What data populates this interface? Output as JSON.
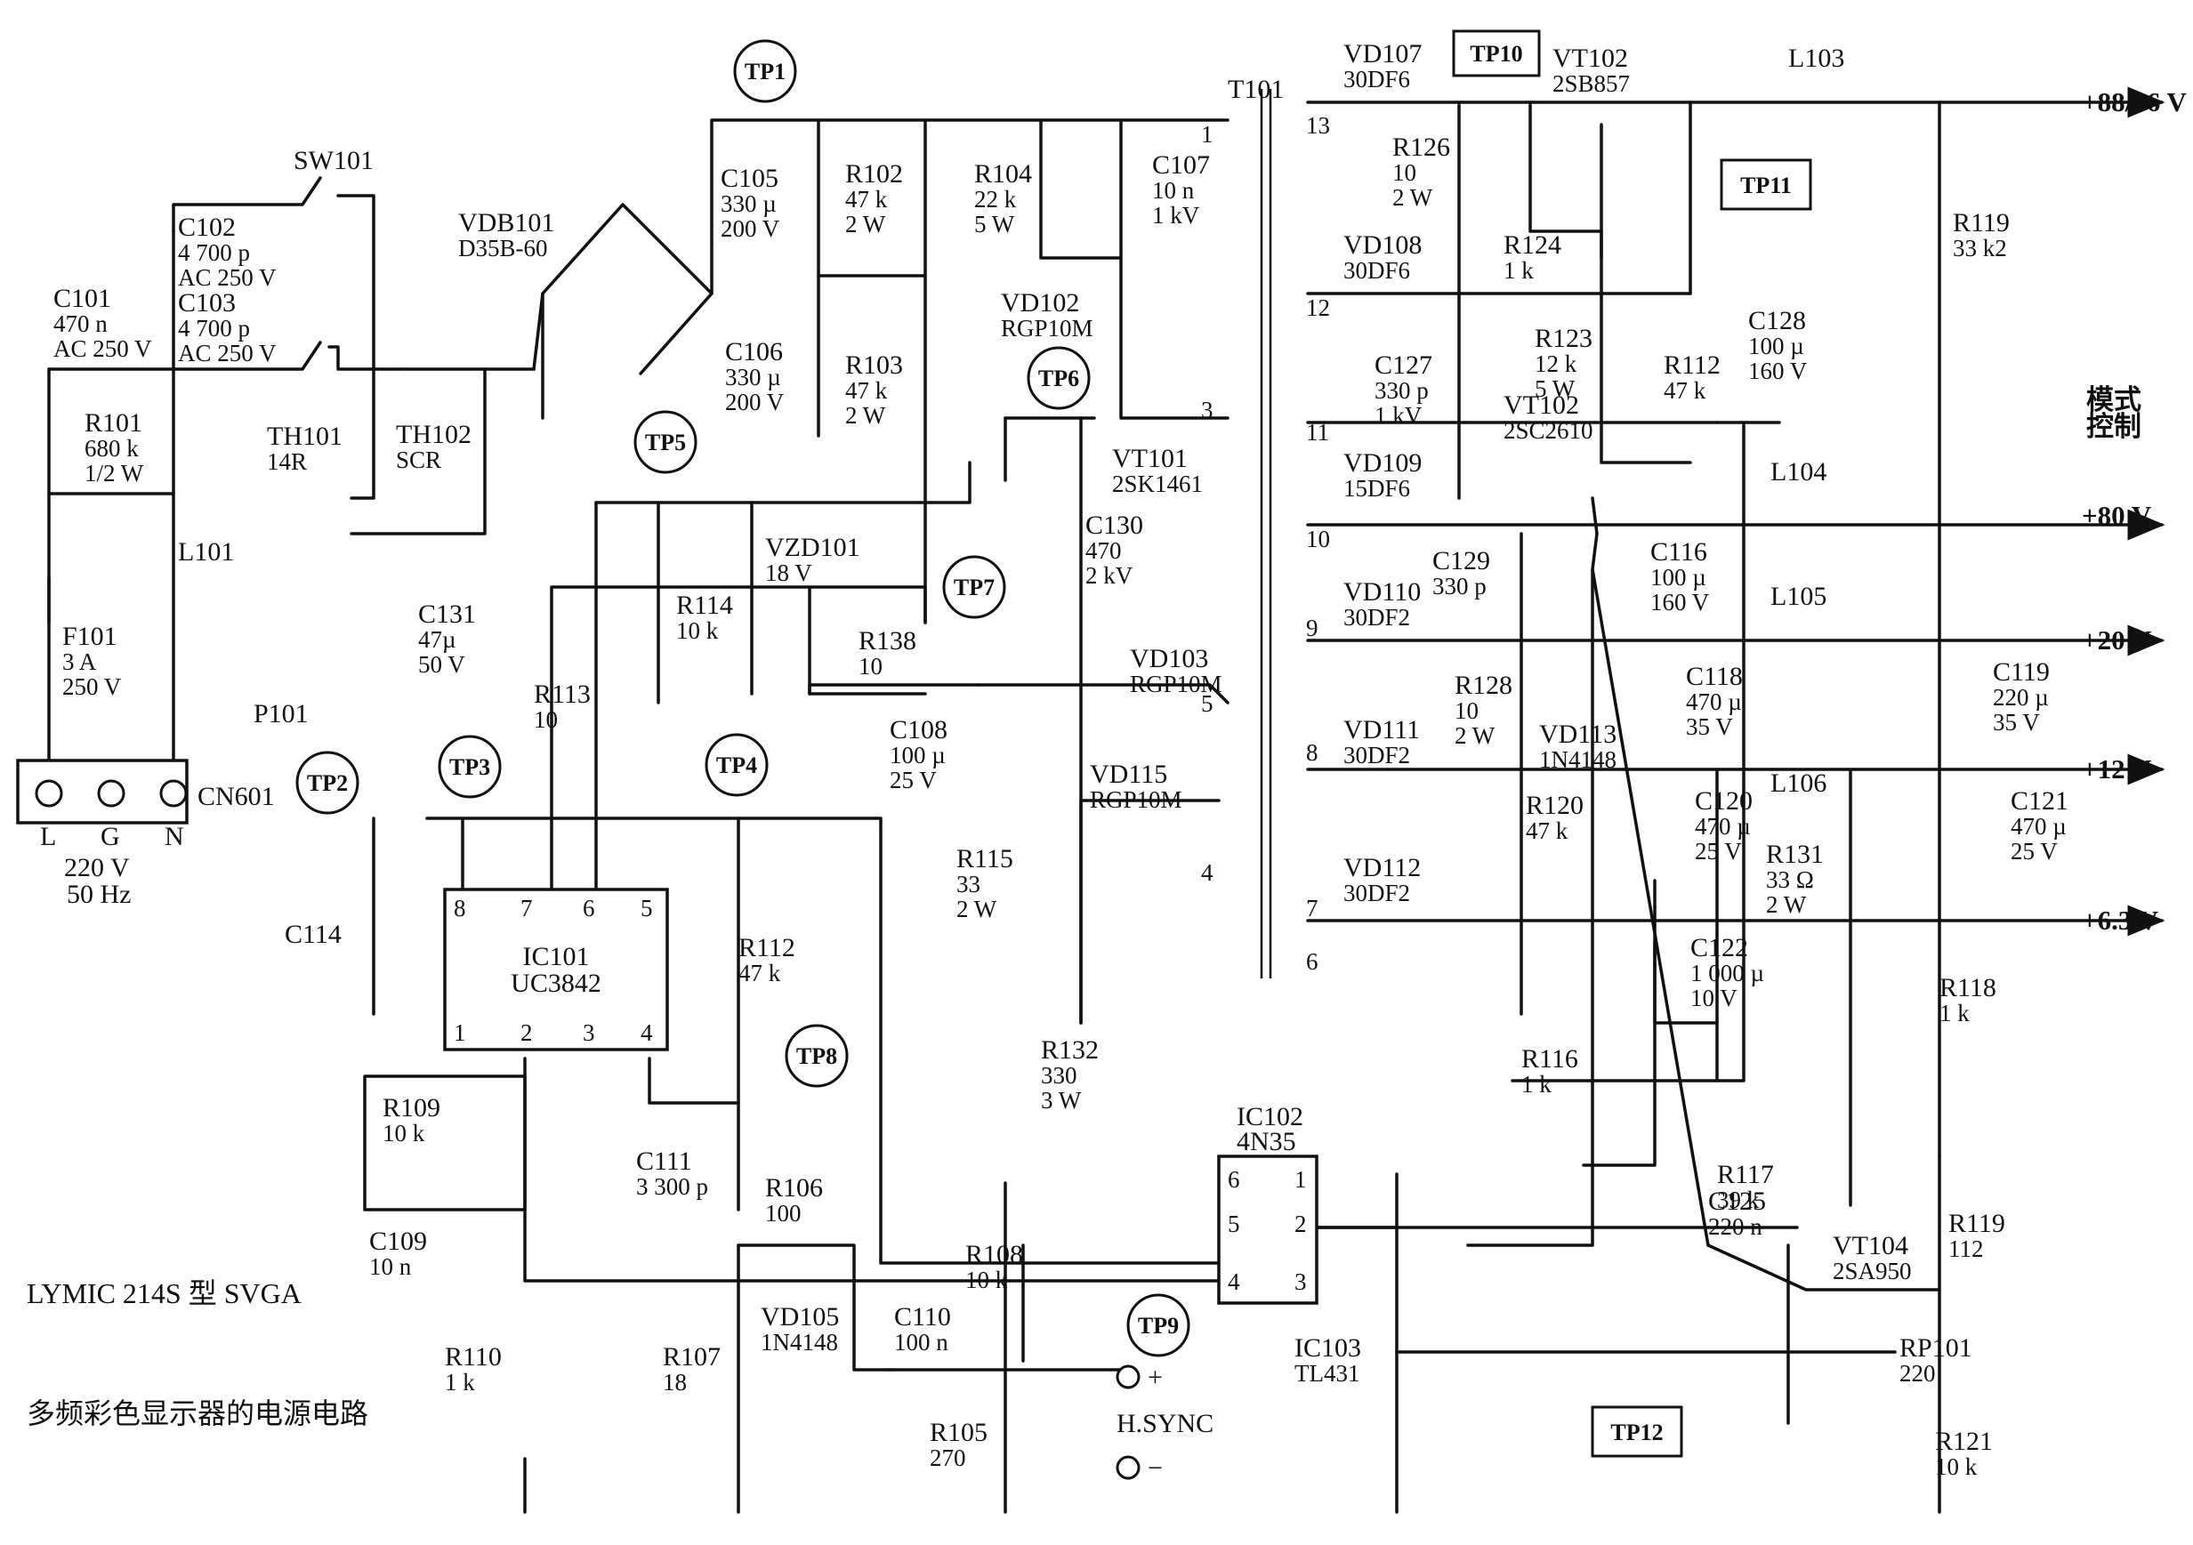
{
  "caption": {
    "model": "LYMIC 214S 型 SVGA",
    "subtitle": "多频彩色显示器的电源电路"
  },
  "outputs": [
    "+88/96 V",
    "模式",
    "控制",
    "+80 V",
    "+20 V",
    "+12 V",
    "+6.3 V"
  ],
  "inputs": {
    "connector": "CN601",
    "pins": [
      "L",
      "G",
      "N"
    ],
    "mains": [
      "220 V",
      "50 Hz"
    ],
    "hsync": "H.SYNC",
    "plus": "+",
    "minus": "−"
  },
  "test_points": [
    "TP1",
    "TP2",
    "TP3",
    "TP4",
    "TP5",
    "TP6",
    "TP7",
    "TP8",
    "TP9",
    "TP10",
    "TP11",
    "TP12"
  ],
  "transformer": {
    "name": "T101",
    "pins": [
      "1",
      "3",
      "4",
      "5",
      "6",
      "7",
      "8",
      "9",
      "10",
      "11",
      "12",
      "13"
    ]
  },
  "ic101": {
    "name": "IC101",
    "part": "UC3842",
    "pins": [
      "8",
      "7",
      "6",
      "5",
      "1",
      "2",
      "3",
      "4"
    ]
  },
  "ic102": {
    "name": "IC102",
    "part": "4N35",
    "pins": [
      "6",
      "1",
      "5",
      "2",
      "4",
      "3"
    ]
  },
  "components": [
    [
      "SW101"
    ],
    [
      "C102",
      "4 700 p",
      "AC 250 V"
    ],
    [
      "C101",
      "470 n",
      "AC 250 V"
    ],
    [
      "C103",
      "4 700 p",
      "AC 250 V"
    ],
    [
      "VDB101",
      "D35B-60"
    ],
    [
      "R101",
      "680 k",
      "1/2 W"
    ],
    [
      "L101"
    ],
    [
      "TH101",
      "14R"
    ],
    [
      "P101"
    ],
    [
      "F101",
      "3 A",
      "250 V"
    ],
    [
      "TH102",
      "SCR"
    ],
    [
      "C105",
      "330 µ",
      "200 V"
    ],
    [
      "R102",
      "47 k",
      "2 W"
    ],
    [
      "C106",
      "330 µ",
      "200 V"
    ],
    [
      "R103",
      "47 k",
      "2 W"
    ],
    [
      "R104",
      "22 k",
      "5 W"
    ],
    [
      "C107",
      "10 n",
      "1 kV"
    ],
    [
      "VD102",
      "RGP10M"
    ],
    [
      "VT101",
      "2SK1461"
    ],
    [
      "C130",
      "470",
      "2 kV"
    ],
    [
      "VZD101",
      "18 V"
    ],
    [
      "C131",
      "47µ",
      "50 V"
    ],
    [
      "R114",
      "10 k"
    ],
    [
      "R138",
      "10"
    ],
    [
      "VD103",
      "RGP10M"
    ],
    [
      "C108",
      "100 µ",
      "25 V"
    ],
    [
      "VD115",
      "RGP10M"
    ],
    [
      "R113",
      "10"
    ],
    [
      "R115",
      "33",
      "2 W"
    ],
    [
      "R132",
      "330",
      "3 W"
    ],
    [
      "C114"
    ],
    [
      "R112",
      "47 k"
    ],
    [
      "R109",
      "10 k"
    ],
    [
      "C109",
      "10 n"
    ],
    [
      "C111",
      "3 300 p"
    ],
    [
      "R106",
      "100"
    ],
    [
      "R108",
      "10 k"
    ],
    [
      "VD105",
      "1N4148"
    ],
    [
      "C110",
      "100 n"
    ],
    [
      "R110",
      "1 k"
    ],
    [
      "R107",
      "18"
    ],
    [
      "R105",
      "270"
    ],
    [
      "VD107",
      "30DF6"
    ],
    [
      "VT102",
      "2SB857"
    ],
    [
      "L103"
    ],
    [
      "R126",
      "10",
      "2 W"
    ],
    [
      "R124",
      "1 k"
    ],
    [
      "VD108",
      "30DF6"
    ],
    [
      "C128",
      "100 µ",
      "160 V"
    ],
    [
      "R119",
      "33 k2"
    ],
    [
      "R123",
      "12 k",
      "5 W"
    ],
    [
      "R112",
      "47 k"
    ],
    [
      "C127",
      "330 p",
      "1 kV"
    ],
    [
      "VT102",
      "2SC2610"
    ],
    [
      "VD109",
      "15DF6"
    ],
    [
      "L104"
    ],
    [
      "C116",
      "100 µ",
      "160 V"
    ],
    [
      "C129",
      "330 p"
    ],
    [
      "VD110",
      "30DF2"
    ],
    [
      "L105"
    ],
    [
      "C118",
      "470 µ",
      "35 V"
    ],
    [
      "C119",
      "220 µ",
      "35 V"
    ],
    [
      "R128",
      "10",
      "2 W"
    ],
    [
      "VD113",
      "1N4148"
    ],
    [
      "VD111",
      "30DF2"
    ],
    [
      "L106"
    ],
    [
      "C120",
      "470 µ",
      "25 V"
    ],
    [
      "C121",
      "470 µ",
      "25 V"
    ],
    [
      "R120",
      "47 k"
    ],
    [
      "R131",
      "33 Ω",
      "2 W"
    ],
    [
      "VD112",
      "30DF2"
    ],
    [
      "C122",
      "1 000 µ",
      "10 V"
    ],
    [
      "R118",
      "1 k"
    ],
    [
      "R116",
      "1 k"
    ],
    [
      "R117",
      "39 k"
    ],
    [
      "C125",
      "220 n"
    ],
    [
      "VT104",
      "2SA950"
    ],
    [
      "R119",
      "112"
    ],
    [
      "IC103",
      "TL431"
    ],
    [
      "RP101",
      "220"
    ],
    [
      "R121",
      "10 k"
    ]
  ]
}
